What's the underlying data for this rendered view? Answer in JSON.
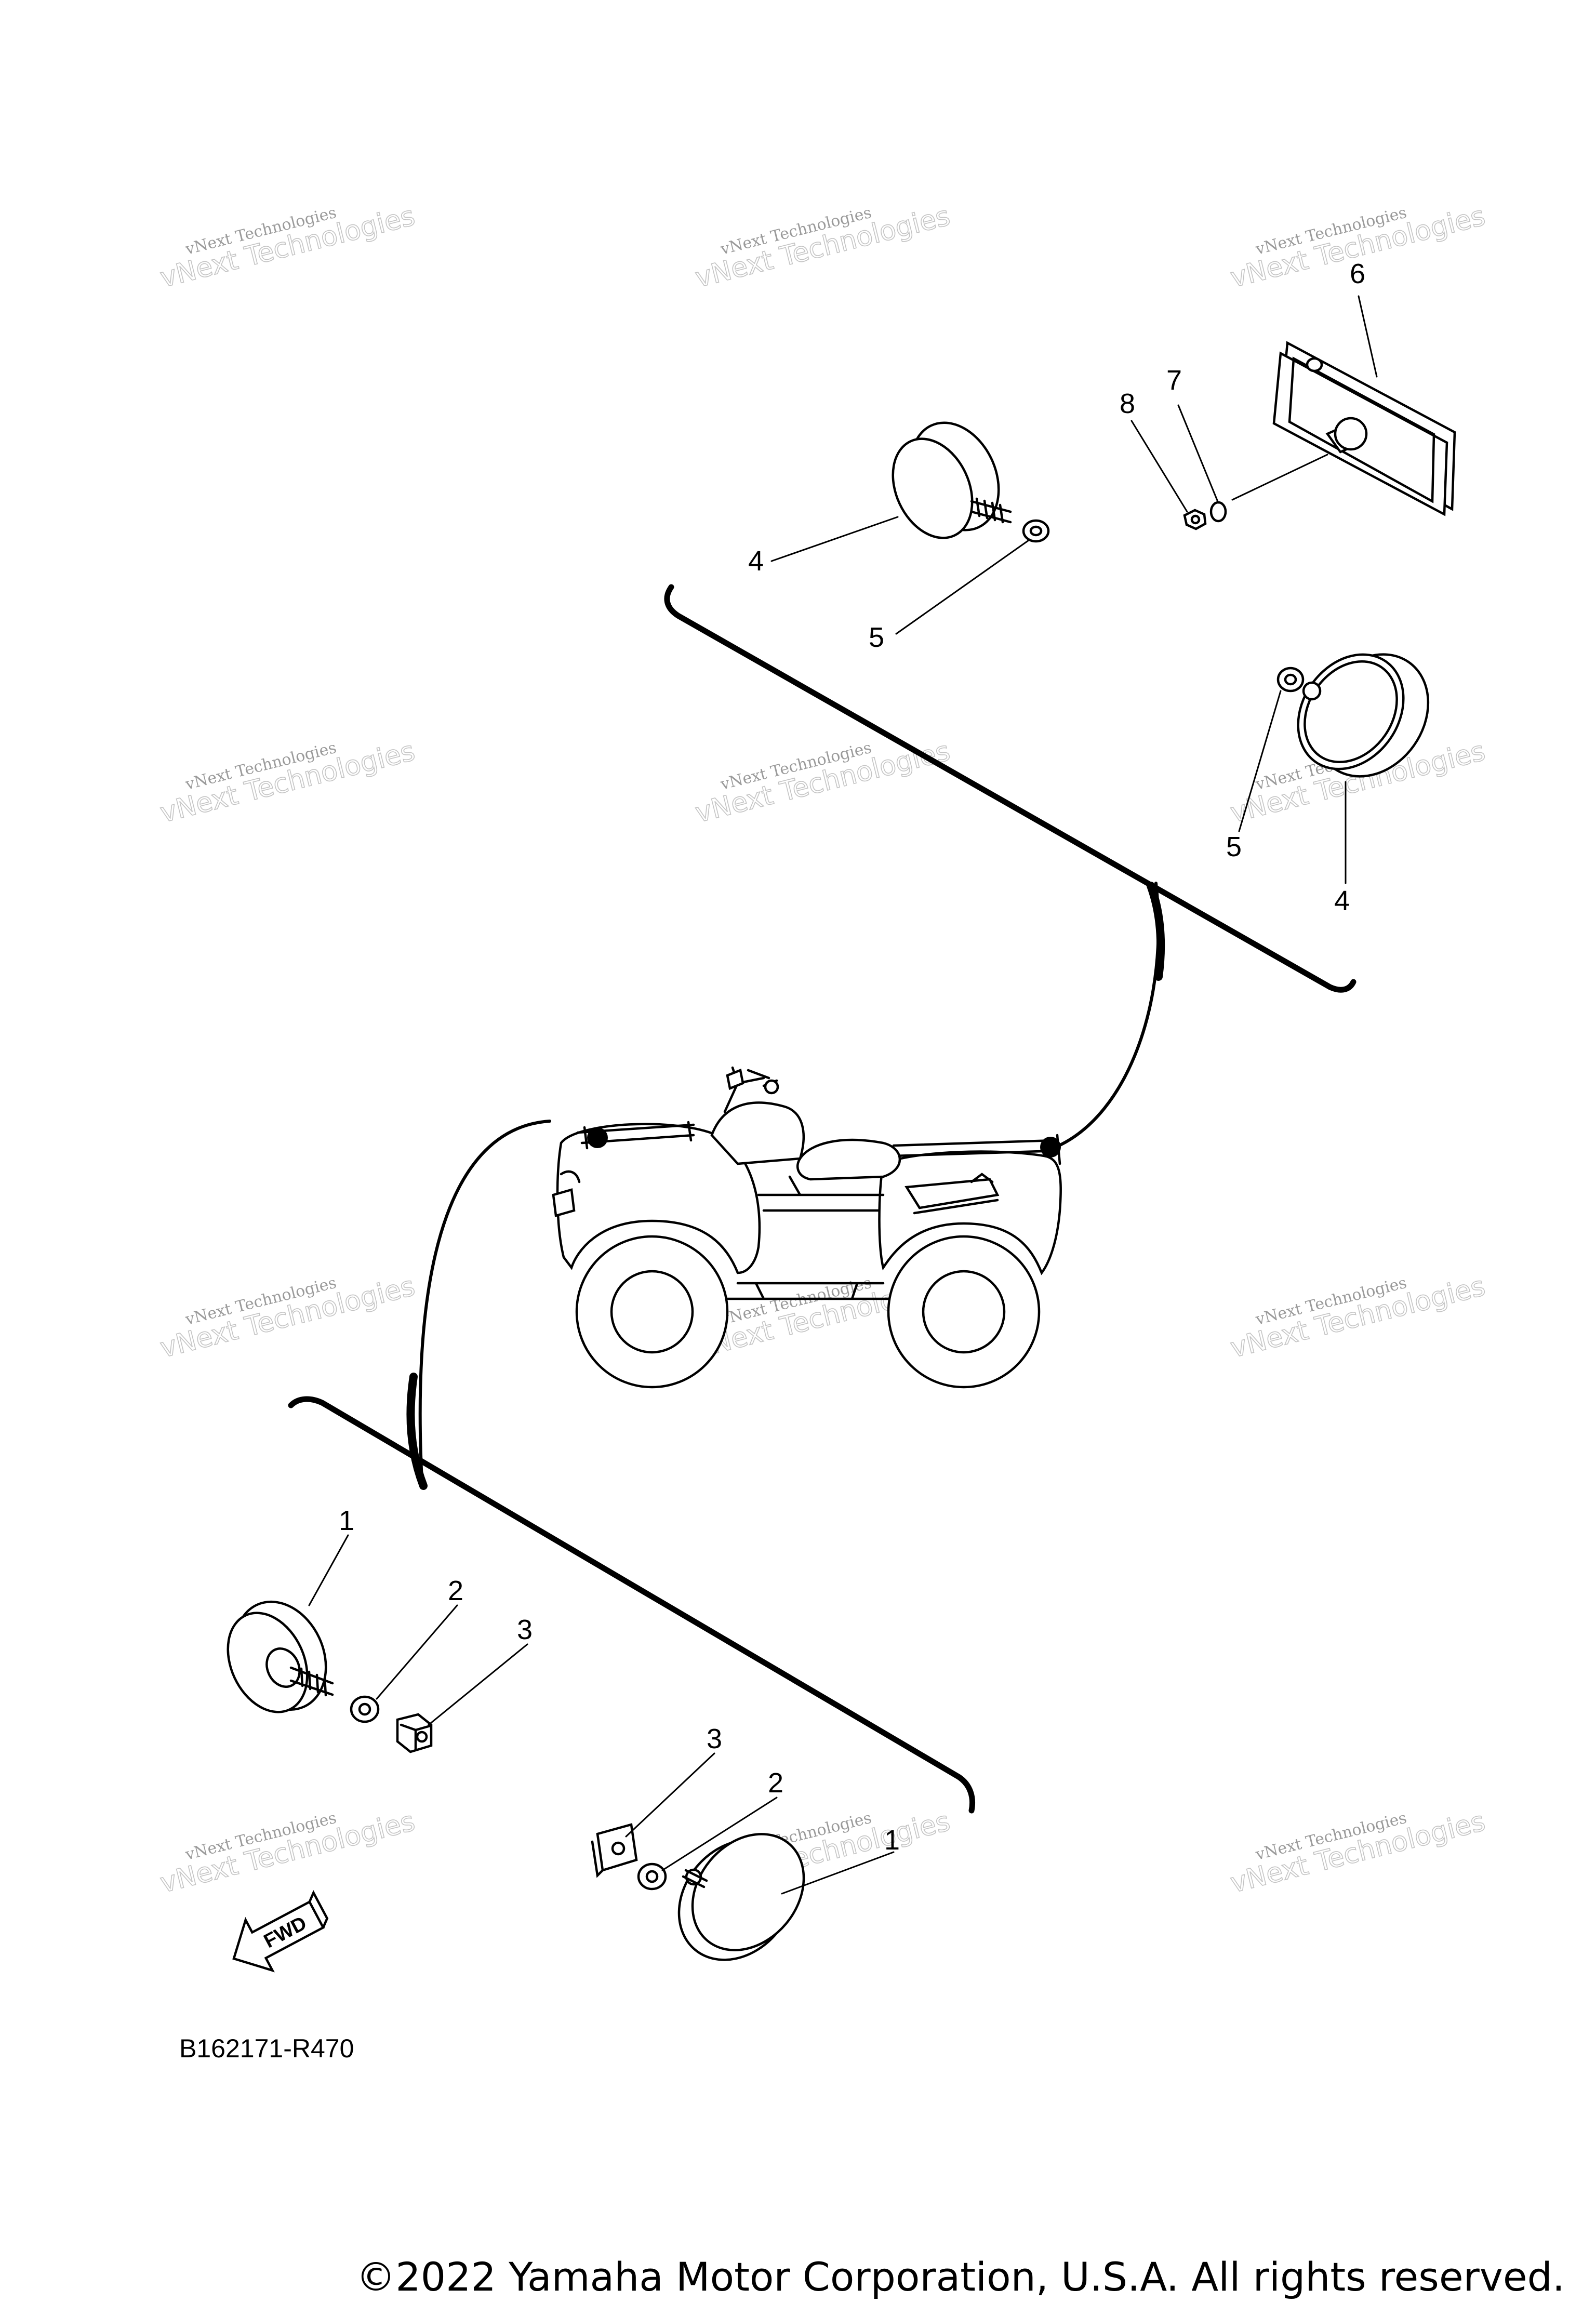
{
  "diagram": {
    "reference_code": "B162171-R470",
    "fwd_label": "FWD",
    "copyright": "©2022 Yamaha Motor Corporation, U.S.A. All rights reserved.",
    "watermark": {
      "line1": "vNext Technologies",
      "line2": "vNext Technologies"
    },
    "callouts": {
      "c1a": "1",
      "c2a": "2",
      "c3a": "3",
      "c1b": "1",
      "c2b": "2",
      "c3b": "3",
      "c4a": "4",
      "c5a": "5",
      "c4b": "4",
      "c5b": "5",
      "c6": "6",
      "c7": "7",
      "c8": "8"
    }
  }
}
